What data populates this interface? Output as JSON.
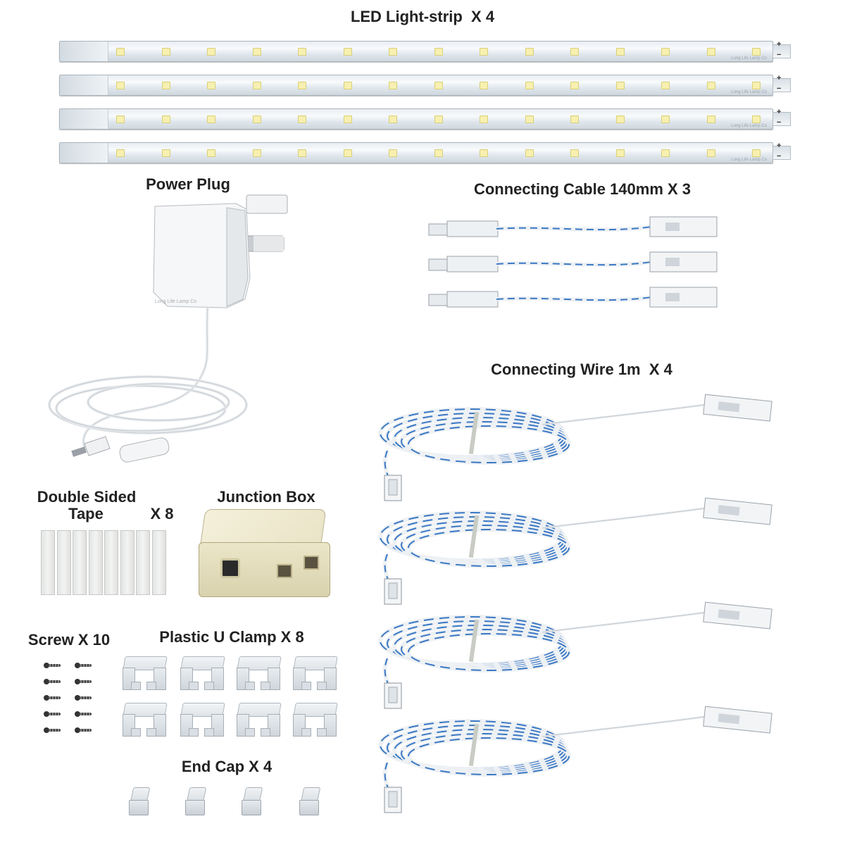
{
  "labels": {
    "led_strip": "LED Light-strip  X 4",
    "power_plug": "Power Plug",
    "connecting_cable": "Connecting Cable 140mm X 3",
    "connecting_wire": "Connecting Wire 1m  X 4",
    "tape_line1": "Double Sided",
    "tape_line2": "Tape",
    "tape_qty": "X 8",
    "junction_box": "Junction Box",
    "screw": "Screw X 10",
    "clamp": "Plastic U Clamp X 8",
    "end_cap": "End Cap X 4"
  },
  "strip_plus": "+",
  "strip_minus": "−",
  "brand_text": "Long Life Lamp Co",
  "adapter_text": "Long Life Lamp Co",
  "colors": {
    "label": "#222222",
    "wire_blue": "#3a78c4",
    "wire_white": "#eef1f4",
    "tape": "#eceeec",
    "junction_box": "#e9e3c6",
    "screw": "#333333",
    "led_chip": "#f7f0b0"
  },
  "icons": {
    "plug": "uk-power-adapter-icon",
    "box": "junction-box-icon",
    "screw": "screw-icon",
    "clamp": "u-clamp-icon",
    "cap": "end-cap-icon"
  }
}
